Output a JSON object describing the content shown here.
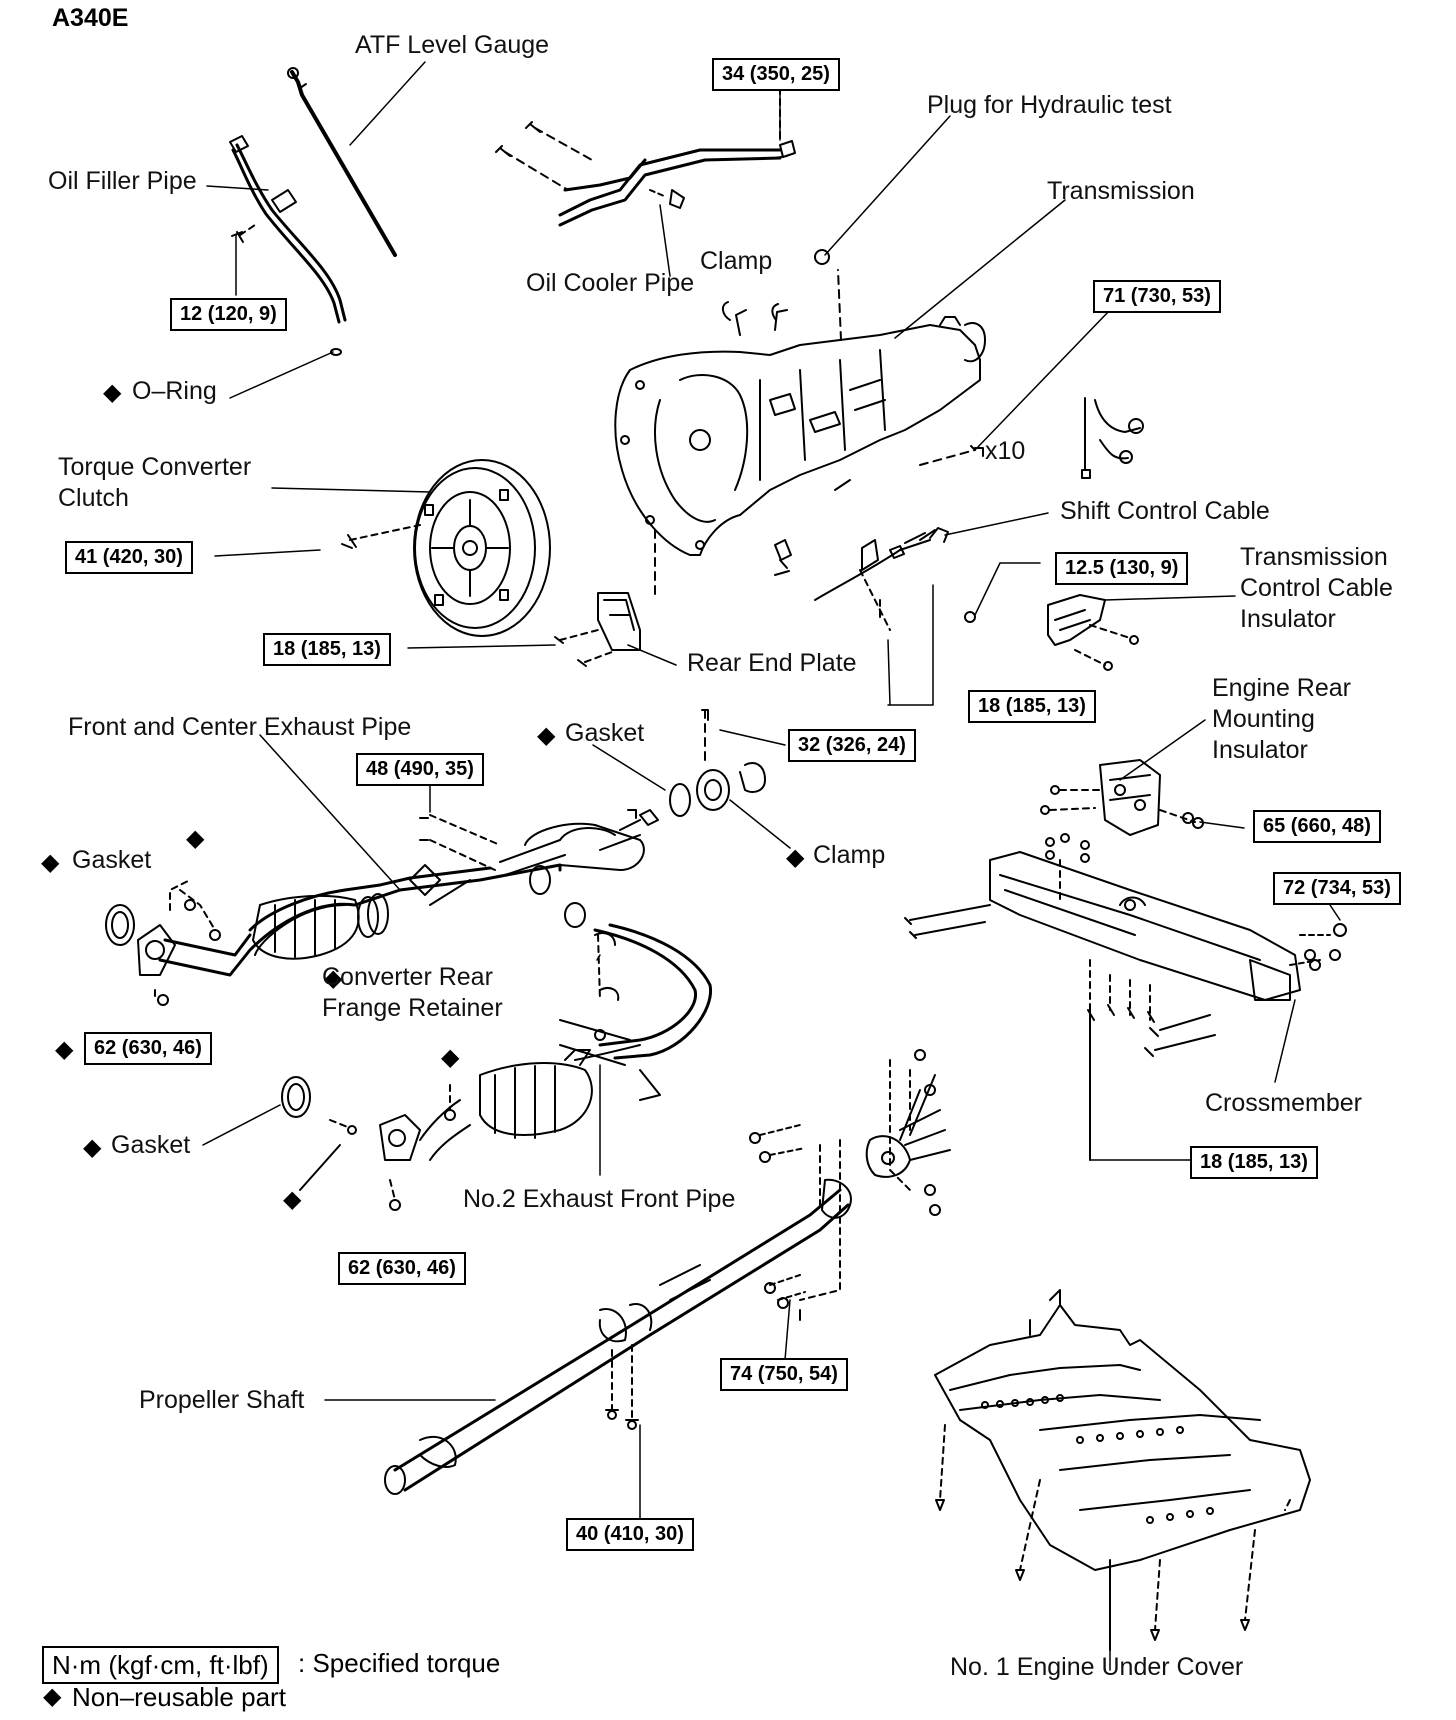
{
  "title": "A340E",
  "labels": {
    "atf_level_gauge": "ATF Level Gauge",
    "oil_filler_pipe": "Oil Filler Pipe",
    "o_ring": "O–Ring",
    "torque_converter_clutch": "Torque Converter\nClutch",
    "oil_cooler_pipe": "Oil Cooler Pipe",
    "clamp_top": "Clamp",
    "plug_hydraulic_test": "Plug for Hydraulic test",
    "transmission": "Transmission",
    "x10": "x10",
    "shift_control_cable": "Shift Control Cable",
    "transmission_control_cable_insulator": "Transmission\nControl Cable\nInsulator",
    "rear_end_plate": "Rear End Plate",
    "front_center_exhaust_pipe": "Front and Center Exhaust Pipe",
    "gasket_center": "Gasket",
    "clamp_center": "Clamp",
    "engine_rear_mounting_insulator": "Engine Rear\nMounting\nInsulator",
    "gasket_left": "Gasket",
    "converter_rear_frange_retainer": "Converter Rear\nFrange Retainer",
    "gasket_lower": "Gasket",
    "no2_exhaust_front_pipe": "No.2 Exhaust Front Pipe",
    "crossmember": "Crossmember",
    "propeller_shaft": "Propeller Shaft",
    "no1_engine_under_cover": "No. 1 Engine Under Cover"
  },
  "torques": {
    "t_34": "34 (350, 25)",
    "t_12": "12 (120, 9)",
    "t_71": "71 (730, 53)",
    "t_41": "41 (420, 30)",
    "t_12_5": "12.5 (130, 9)",
    "t_18_rear_end": "18 (185, 13)",
    "t_18_shift": "18 (185, 13)",
    "t_48": "48 (490, 35)",
    "t_32": "32 (326, 24)",
    "t_65": "65 (660, 48)",
    "t_72": "72 (734, 53)",
    "t_62_upper": "62 (630, 46)",
    "t_18_cross": "18 (185, 13)",
    "t_62_lower": "62 (630, 46)",
    "t_74": "74 (750, 54)",
    "t_40": "40 (410, 30)"
  },
  "non_reusable_mark": "◆",
  "legend": {
    "unit_box": "N·m (kgf·cm, ft·lbf)",
    "unit_desc": ": Specified torque",
    "non_reusable": "Non–reusable part"
  }
}
